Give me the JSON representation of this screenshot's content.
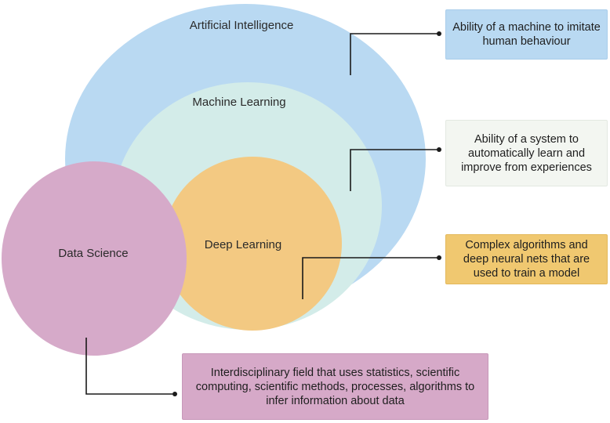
{
  "circles": {
    "ai": {
      "label": "Artificial Intelligence",
      "color": "#b9d9f2"
    },
    "ml": {
      "label": "Machine Learning",
      "color": "#d3ece9"
    },
    "dl": {
      "label": "Deep Learning",
      "color": "#f3c982"
    },
    "ds": {
      "label": "Data Science",
      "color": "#d6aac9"
    }
  },
  "descriptions": {
    "ai": "Ability of a machine to imitate human behaviour",
    "ml": "Ability of a system to automatically learn and improve from experiences",
    "dl": "Complex algorithms and deep neural nets that are used to train a model",
    "ds": "Interdisciplinary field that uses statistics, scientific computing, scientific methods, processes, algorithms to infer information about data"
  },
  "colors": {
    "connector": "#1a1a1a"
  }
}
